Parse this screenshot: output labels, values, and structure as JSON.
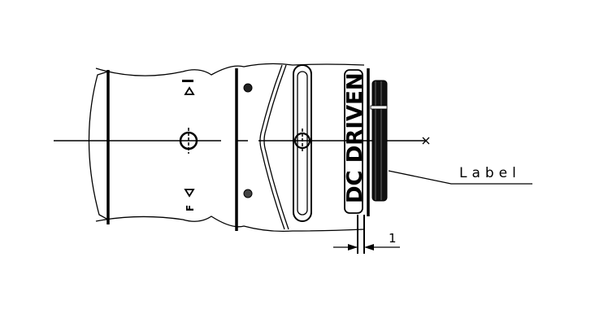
{
  "drawing": {
    "subject": "DC driven auto-iris lens, side view",
    "stroke_color": "#000000",
    "background": "#ffffff"
  },
  "labels": {
    "body_text": "DC DRIVEN",
    "callout": "Label",
    "focus_mark": "F",
    "dimension_value": "1"
  }
}
